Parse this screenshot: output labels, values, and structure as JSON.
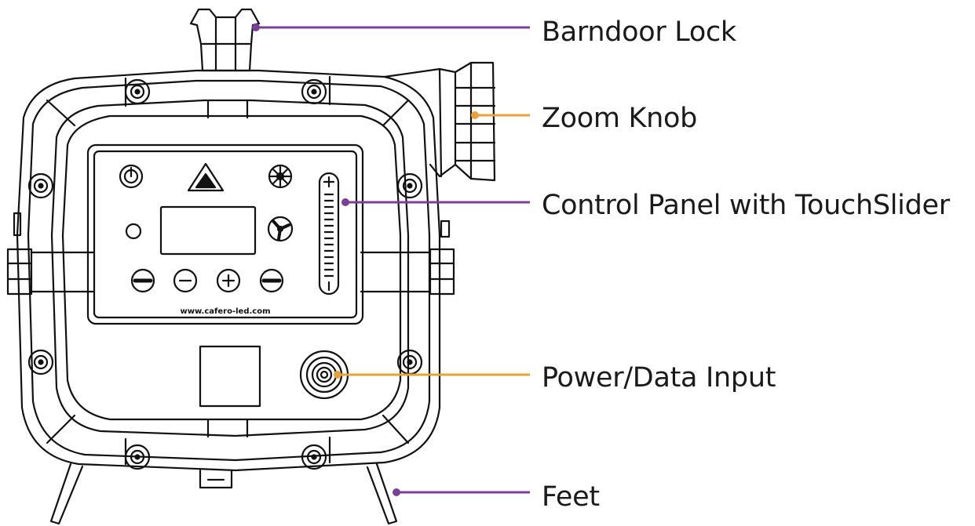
{
  "colors": {
    "purple_line": "#7b3f98",
    "orange_line": "#e9a23b",
    "outline": "#111111",
    "background": "#ffffff"
  },
  "callouts": {
    "barndoor_lock": {
      "label": "Barndoor Lock",
      "line_color": "purple"
    },
    "zoom_knob": {
      "label": "Zoom Knob",
      "line_color": "orange"
    },
    "control_panel": {
      "label": "Control Panel with TouchSlider",
      "line_color": "purple"
    },
    "power_data": {
      "label": "Power/Data Input",
      "line_color": "orange"
    },
    "feet": {
      "label": "Feet",
      "line_color": "purple"
    }
  },
  "panel": {
    "url_text": "www.cafero-led.com",
    "icons": [
      "power-icon",
      "triangle-logo-icon",
      "light-burst-icon",
      "fan-icon",
      "minus-button",
      "plus-button",
      "dash-button"
    ]
  }
}
